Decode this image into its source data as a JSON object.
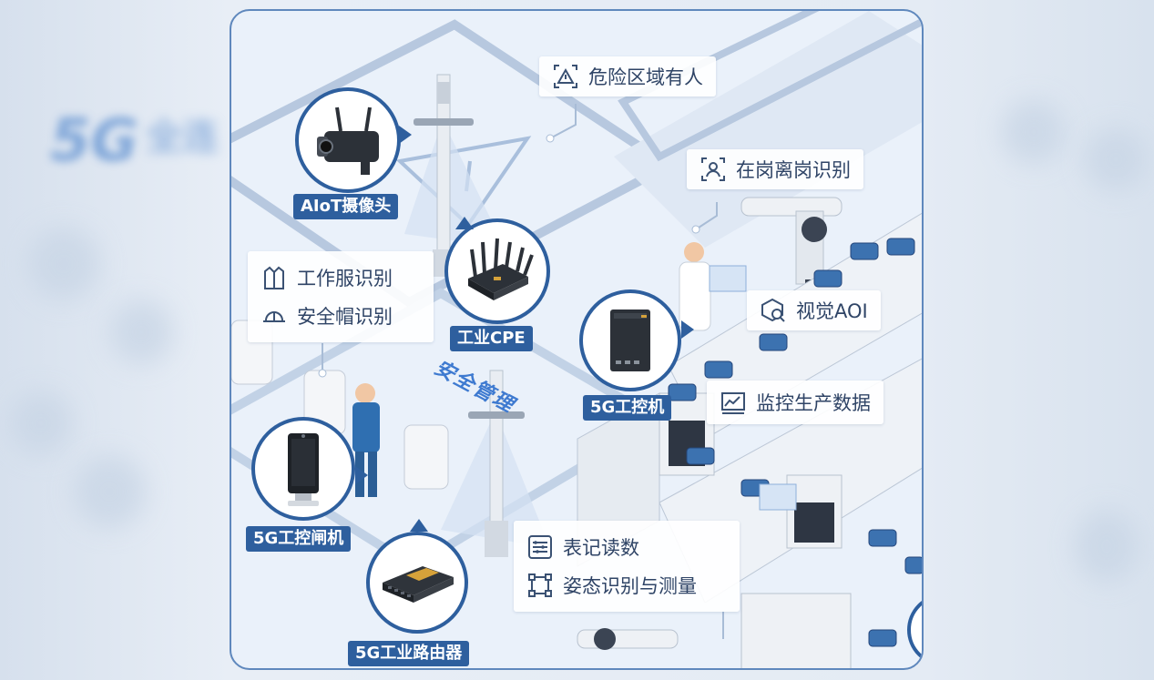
{
  "labels": {
    "danger_zone": "危险区域有人",
    "on_off_post": "在岗离岗识别",
    "workwear": "工作服识别",
    "helmet": "安全帽识别",
    "vision_aoi": "视觉AOI",
    "monitor_data": "监控生产数据",
    "meter_reading": "表记读数",
    "pose": "姿态识别与测量"
  },
  "devices": {
    "camera": "AIoT摄像头",
    "cpe": "工业CPE",
    "ipc": "5G工控机",
    "gate": "5G工控闸机",
    "router": "5G工业路由器"
  },
  "floor_text": "安全管理",
  "background": {
    "logo_mark": "5G",
    "logo_text": "全连"
  },
  "colors": {
    "accent": "#2e5f9e",
    "label_text": "#2f4466",
    "floor": "#eaf1fa"
  }
}
